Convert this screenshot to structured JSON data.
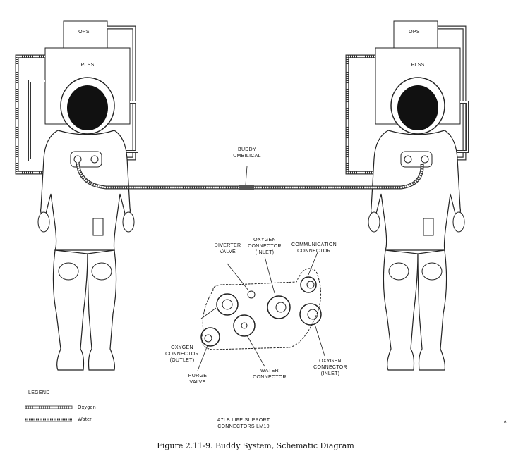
{
  "figure": {
    "caption": "Figure 2.11-9.  Buddy System, Schematic Diagram",
    "left_suit": {
      "ops_label": "OPS",
      "plss_label": "PLSS"
    },
    "right_suit": {
      "ops_label": "OPS",
      "plss_label": "PLSS"
    },
    "umbilical_label": [
      "BUDDY",
      "UMBILICAL"
    ],
    "panel": {
      "title": [
        "A7LB LIFE SUPPORT",
        "CONNECTORS LM10"
      ],
      "callouts": {
        "diverter_valve": [
          "DIVERTER",
          "VALVE"
        ],
        "oxygen_inlet_top": [
          "OXYGEN",
          "CONNECTOR",
          "(INLET)"
        ],
        "communication": [
          "COMMUNICATION",
          "CONNECTOR"
        ],
        "oxygen_outlet": [
          "OXYGEN",
          "CONNECTOR",
          "(OUTLET)"
        ],
        "purge_valve": [
          "PURGE",
          "VALVE"
        ],
        "water": [
          "WATER",
          "CONNECTOR"
        ],
        "oxygen_inlet_right": [
          "OXYGEN",
          "CONNECTOR",
          "(INLET)"
        ]
      }
    },
    "legend": {
      "title": "LEGEND",
      "items": [
        {
          "label": "Oxygen"
        },
        {
          "label": "Water"
        }
      ]
    },
    "margin_mark": "A"
  }
}
